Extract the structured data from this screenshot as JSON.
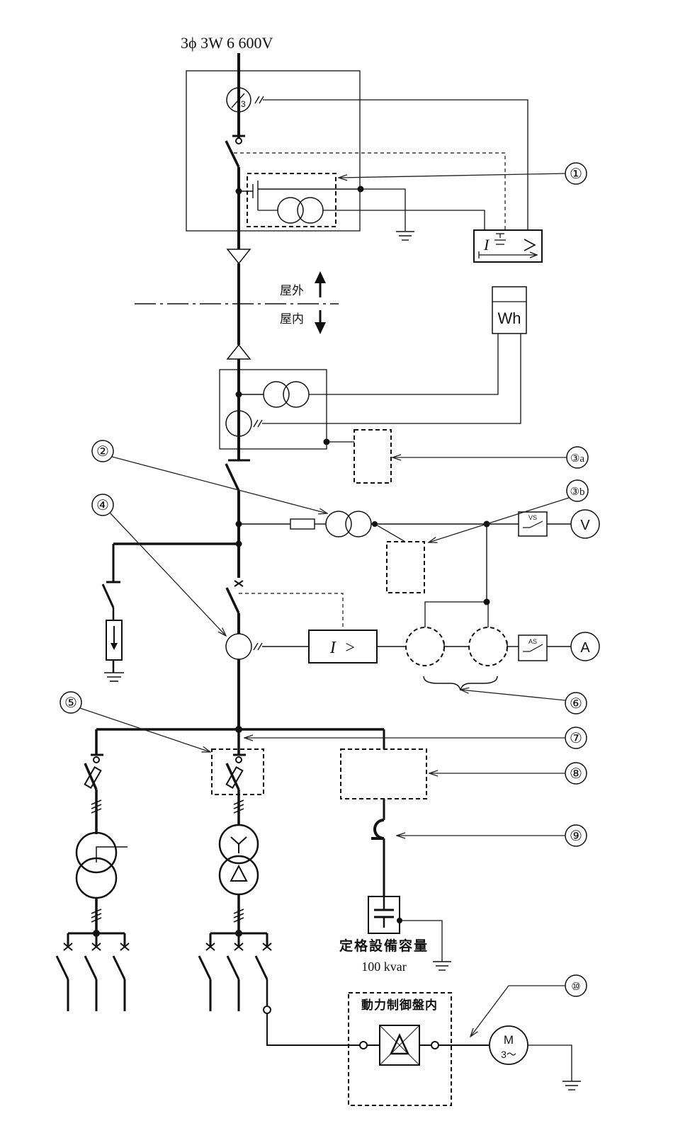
{
  "supply": "3ϕ 3W  6 600V",
  "labels": {
    "outdoor": "屋外",
    "indoor": "屋内",
    "wh": "Wh",
    "gr_relay": "I",
    "oc_relay": "I  >",
    "vs": "VS",
    "as": "AS",
    "v": "V",
    "a": "A",
    "motor": "M",
    "motor_phase": "3～",
    "capacitor_caption": "定格設備容量",
    "capacitor_value": "100 kvar",
    "panel": "動力制御盤内"
  },
  "callouts": [
    "①",
    "②",
    "③a",
    "③b",
    "④",
    "⑤",
    "⑥",
    "⑦",
    "⑧",
    "⑨",
    "⑩"
  ],
  "ct3_label": "3"
}
